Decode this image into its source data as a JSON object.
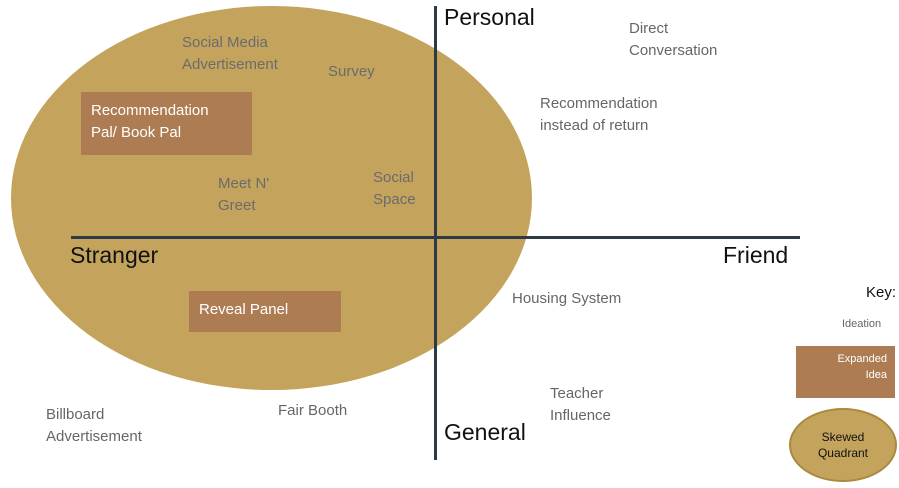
{
  "axes": {
    "top": "Personal",
    "bottom": "General",
    "left": "Stranger",
    "right": "Friend"
  },
  "ideas": {
    "social_media_ad": "Social Media\nAdvertisement",
    "survey": "Survey",
    "meet_greet": "Meet N'\nGreet",
    "social_space": "Social\nSpace",
    "direct_conversation": "Direct\nConversation",
    "recommendation_return": "Recommendation\ninstead of return",
    "housing_system": "Housing System",
    "teacher_influence": "Teacher\nInfluence",
    "fair_booth": "Fair Booth",
    "billboard_ad": "Billboard\nAdvertisement"
  },
  "expanded_ideas": {
    "recommendation_pal": "Recommendation\nPal/ Book Pal",
    "reveal_panel": "Reveal Panel"
  },
  "key": {
    "title": "Key:",
    "ideation": "Ideation",
    "expanded": "Expanded\nIdea",
    "skewed": "Skewed\nQuadrant"
  },
  "colors": {
    "quadrant_fill": "#c4a45d",
    "expanded_fill": "#ae7c52",
    "axis": "#2c3a43"
  }
}
